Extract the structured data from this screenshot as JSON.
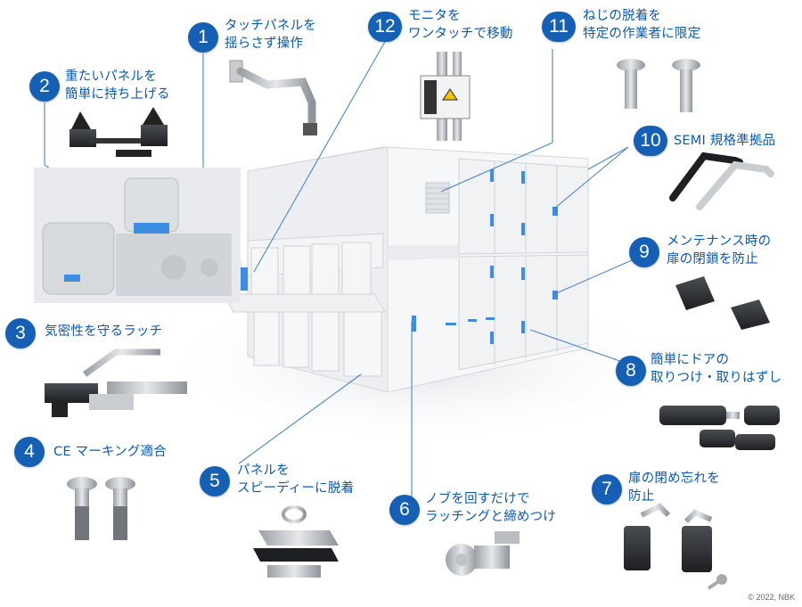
{
  "callouts": [
    {
      "number": "1",
      "text": "タッチパネルを\n揺らさず操作"
    },
    {
      "number": "2",
      "text": "重たいパネルを\n簡単に持ち上げる"
    },
    {
      "number": "3",
      "text": "気密性を守るラッチ"
    },
    {
      "number": "4",
      "text": "CE マーキング適合"
    },
    {
      "number": "5",
      "text": "パネルを\nスピーディーに脱着"
    },
    {
      "number": "6",
      "text": "ノブを回すだけで\nラッチングと締めつけ"
    },
    {
      "number": "7",
      "text": "扉の閉め忘れを\n防止"
    },
    {
      "number": "8",
      "text": "簡単にドアの\n取りつけ・取りはずし"
    },
    {
      "number": "9",
      "text": "メンテナンス時の\n扉の閉鎖を防止"
    },
    {
      "number": "10",
      "text": "SEMI 規格準拠品"
    },
    {
      "number": "11",
      "text": "ねじの脱着を\n特定の作業者に限定"
    },
    {
      "number": "12",
      "text": "モニタを\nワンタッチで移動"
    }
  ],
  "copyright": "© 2022, NBK",
  "colors": {
    "accent": "#1560b5",
    "label": "#0a59b4",
    "leader": "#4a86c8"
  }
}
